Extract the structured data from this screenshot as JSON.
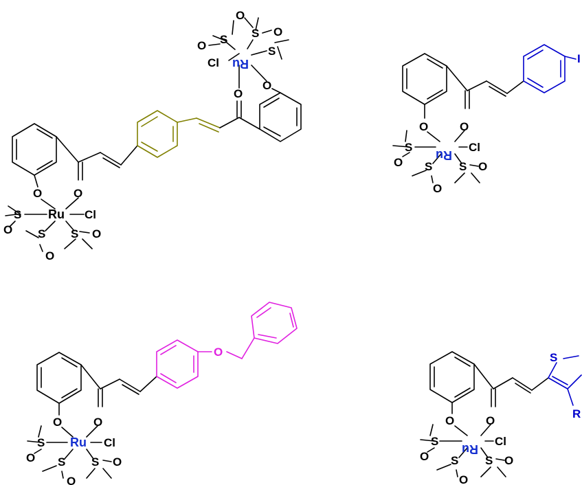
{
  "colors": {
    "black": "#000000",
    "olive": "#808000",
    "blue": "#0000CC",
    "magenta": "#E020E0",
    "ru_blue": "#1530D0"
  },
  "atoms": {
    "oxygen": "O",
    "sulfur": "S",
    "ruthenium": "Ru",
    "ruthenium_inverted": "Ru",
    "chlorine": "Cl",
    "iodine_partial": "I",
    "residue_partial": "R"
  }
}
